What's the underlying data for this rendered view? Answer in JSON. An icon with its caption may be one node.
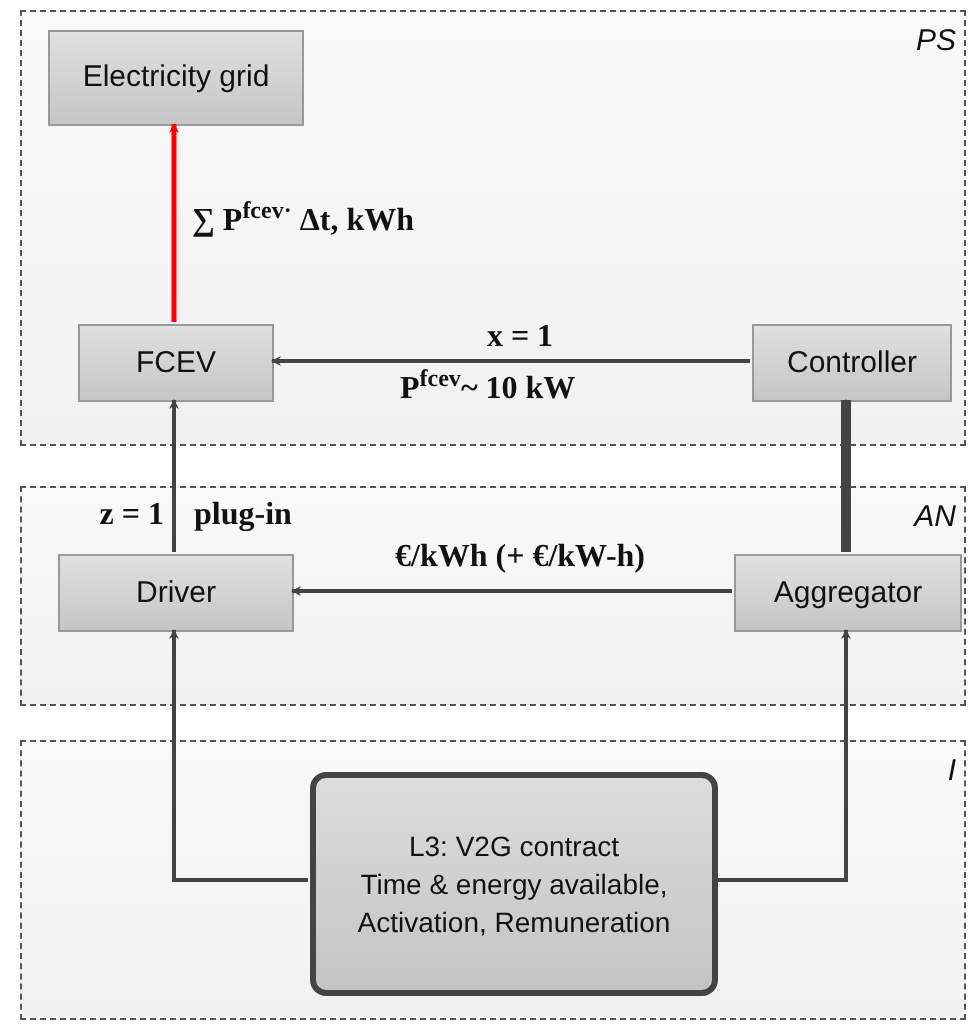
{
  "diagram": {
    "nodes": [
      {
        "text": [
          "PS"
        ]
      },
      {
        "text": [
          "Electricity grid"
        ],
        "in": 0
      },
      {
        "text": [
          "FCEV"
        ],
        "in": 0
      },
      {
        "text": [
          "Controller"
        ],
        "in": 0
      },
      {
        "text": [
          "AN"
        ]
      },
      {
        "text": [
          "Driver"
        ],
        "in": 4
      },
      {
        "text": [
          "Aggregator"
        ],
        "in": 4
      },
      {
        "text": [
          "I"
        ]
      },
      {
        "text": [
          "L3: V2G contract",
          "Time & energy available, Activation, Remuneration"
        ],
        "in": 7
      }
    ],
    "edges": [
      {
        "from": 2,
        "to": 1,
        "arrow": "to",
        "label": "∑ P$^{fcev·}$ Δt, kWh",
        "color": "#ff0000"
      },
      {
        "from": 3,
        "to": 2,
        "arrow": "to",
        "label": "x = 1"
      },
      {
        "from": 5,
        "to": 2,
        "arrow": "to",
        "label": "z = 1"
      },
      {
        "from": 6,
        "to": 3,
        "arrow": "to",
        "style": "thick"
      },
      {
        "from": 6,
        "to": 5,
        "arrow": "to",
        "label": "€/kWh (+ €/kW-h)"
      },
      {
        "from": 8,
        "to": 5,
        "arrow": "to"
      },
      {
        "from": 8,
        "to": 6,
        "arrow": "to"
      }
    ],
    "labels": [
      "P$^{fcev}$~ 10 kW",
      "plug-in"
    ]
  }
}
